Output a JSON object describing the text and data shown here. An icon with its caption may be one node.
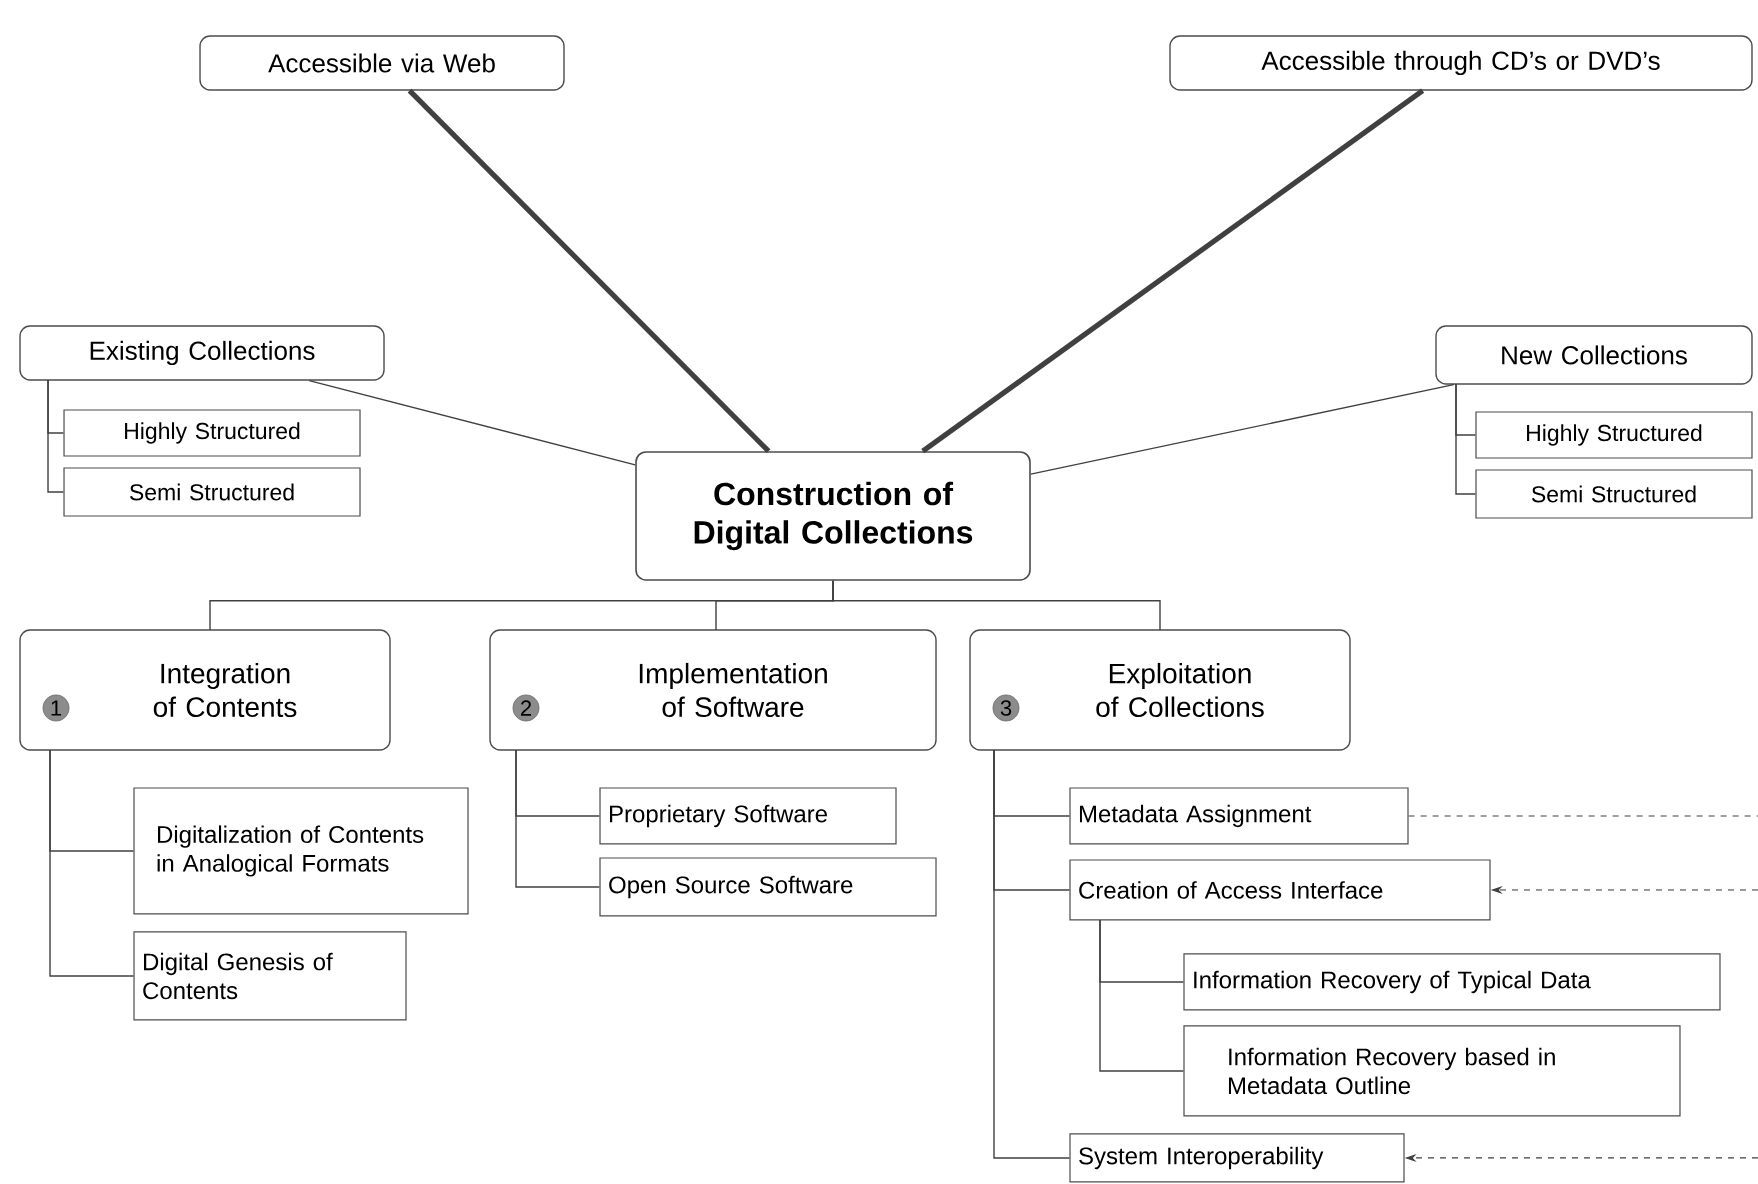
{
  "diagram": {
    "nodes": [
      {
        "text": [
          "Construction of Digital Collections"
        ]
      },
      {
        "text": [
          "Accessible via Web"
        ]
      },
      {
        "text": [
          "Accessible through CD’s or DVD’s"
        ]
      },
      {
        "text": [
          "Existing Collections"
        ]
      },
      {
        "text": [
          "Highly Structured"
        ]
      },
      {
        "text": [
          "Semi Structured"
        ]
      },
      {
        "text": [
          "New Collections"
        ]
      },
      {
        "text": [
          "Highly Structured"
        ]
      },
      {
        "text": [
          "Semi Structured"
        ]
      },
      {
        "text": [
          "1",
          "Integration of Contents"
        ]
      },
      {
        "text": [
          "2",
          "Implementation of Software"
        ]
      },
      {
        "text": [
          "3",
          "Exploitation of Collections"
        ]
      },
      {
        "text": [
          "Digitalization of Contents in Analogical Formats"
        ]
      },
      {
        "text": [
          "Digital Genesis of Contents"
        ]
      },
      {
        "text": [
          "Proprietary Software"
        ]
      },
      {
        "text": [
          "Open Source Software"
        ]
      },
      {
        "text": [
          "Metadata Assignment"
        ]
      },
      {
        "text": [
          "Creation of Access Interface"
        ]
      },
      {
        "text": [
          "Information Recovery of Typical Data"
        ]
      },
      {
        "text": [
          "Information Recovery based in Metadata Outline"
        ]
      },
      {
        "text": [
          "System Interoperability"
        ]
      }
    ],
    "edges": [
      {
        "from": 0,
        "to": 1,
        "arrow": "none",
        "style": "thick"
      },
      {
        "from": 0,
        "to": 2,
        "arrow": "none",
        "style": "thick"
      },
      {
        "from": 0,
        "to": 3,
        "arrow": "none"
      },
      {
        "from": 0,
        "to": 6,
        "arrow": "none"
      },
      {
        "from": 3,
        "to": 4,
        "arrow": "none"
      },
      {
        "from": 3,
        "to": 5,
        "arrow": "none"
      },
      {
        "from": 6,
        "to": 7,
        "arrow": "none"
      },
      {
        "from": 6,
        "to": 8,
        "arrow": "none"
      },
      {
        "from": 0,
        "to": 9,
        "arrow": "none"
      },
      {
        "from": 0,
        "to": 10,
        "arrow": "none"
      },
      {
        "from": 0,
        "to": 11,
        "arrow": "none"
      },
      {
        "from": 9,
        "to": 12,
        "arrow": "none"
      },
      {
        "from": 9,
        "to": 13,
        "arrow": "none"
      },
      {
        "from": 10,
        "to": 14,
        "arrow": "none"
      },
      {
        "from": 10,
        "to": 15,
        "arrow": "none"
      },
      {
        "from": 11,
        "to": 16,
        "arrow": "none"
      },
      {
        "from": 11,
        "to": 17,
        "arrow": "none"
      },
      {
        "from": 11,
        "to": 20,
        "arrow": "none"
      },
      {
        "from": 17,
        "to": 18,
        "arrow": "none"
      },
      {
        "from": 17,
        "to": 19,
        "arrow": "none"
      },
      {
        "from": 16,
        "to": null,
        "arrow": "none",
        "style": "dashed"
      },
      {
        "from": null,
        "to": 17,
        "arrow": "to",
        "style": "dashed"
      },
      {
        "from": null,
        "to": 20,
        "arrow": "to",
        "style": "dashed"
      }
    ]
  }
}
